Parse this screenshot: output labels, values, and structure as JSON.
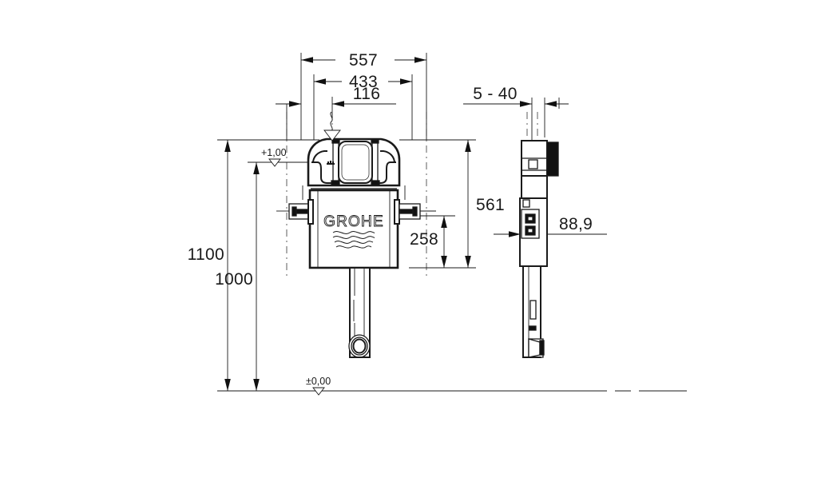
{
  "drawing": {
    "type": "technical-dimension-drawing",
    "subject": "GROHE concealed flushing cistern — front elevation and side elevation",
    "brand": "GROHE",
    "units": "mm",
    "background_color": "#ffffff",
    "line_color": "#1a1a1a"
  },
  "dimensions": {
    "horizontal": [
      {
        "id": "dim-557",
        "label": "557",
        "view": "front",
        "description": "overall width of mounting frame"
      },
      {
        "id": "dim-433",
        "label": "433",
        "view": "front",
        "description": "cistern body width"
      },
      {
        "id": "dim-116",
        "label": "116",
        "view": "front",
        "description": "offset to centre of actuation opening"
      },
      {
        "id": "dim-5-40",
        "label": "5 - 40",
        "view": "side",
        "description": "finished wall thickness range"
      },
      {
        "id": "dim-88-9",
        "label": "88,9",
        "view": "side",
        "description": "cistern depth"
      }
    ],
    "vertical": [
      {
        "id": "dim-1100",
        "label": "1100",
        "view": "front",
        "description": "overall installation height from finished floor"
      },
      {
        "id": "dim-1000",
        "label": "1000",
        "view": "front",
        "description": "height to actuation plate reference"
      },
      {
        "id": "dim-561",
        "label": "561",
        "view": "front",
        "description": "cistern body height"
      },
      {
        "id": "dim-258",
        "label": "258",
        "view": "front",
        "description": "height to mounting bolt axis"
      }
    ]
  },
  "levels": [
    {
      "id": "level-top",
      "label": "+1,00",
      "description": "finished level marker at actuation plate"
    },
    {
      "id": "level-floor",
      "label": "±0,00",
      "description": "finished floor level datum"
    }
  ],
  "logo": {
    "wordmark": "GROHE",
    "has_wave_mark": true
  }
}
